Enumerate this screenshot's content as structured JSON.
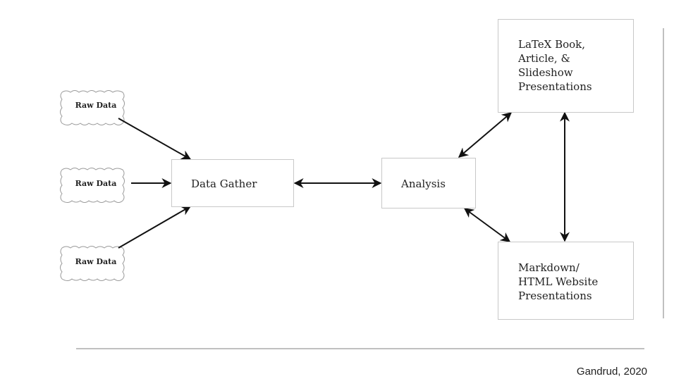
{
  "raw_data": [
    {
      "label": "Raw Data"
    },
    {
      "label": "Raw Data"
    },
    {
      "label": "Raw Data"
    }
  ],
  "nodes": {
    "data_gather": {
      "label": "Data Gather"
    },
    "analysis": {
      "label": "Analysis"
    },
    "latex": {
      "label": "LaTeX Book,\nArticle, &\nSlideshow\nPresentations"
    },
    "markdown": {
      "label": "Markdown/\nHTML Website\nPresentations"
    }
  },
  "citation": "Gandrud,  2020",
  "colors": {
    "box_border": "#c8c8c8",
    "arrow": "#111111",
    "rule": "#c0c0c0"
  }
}
